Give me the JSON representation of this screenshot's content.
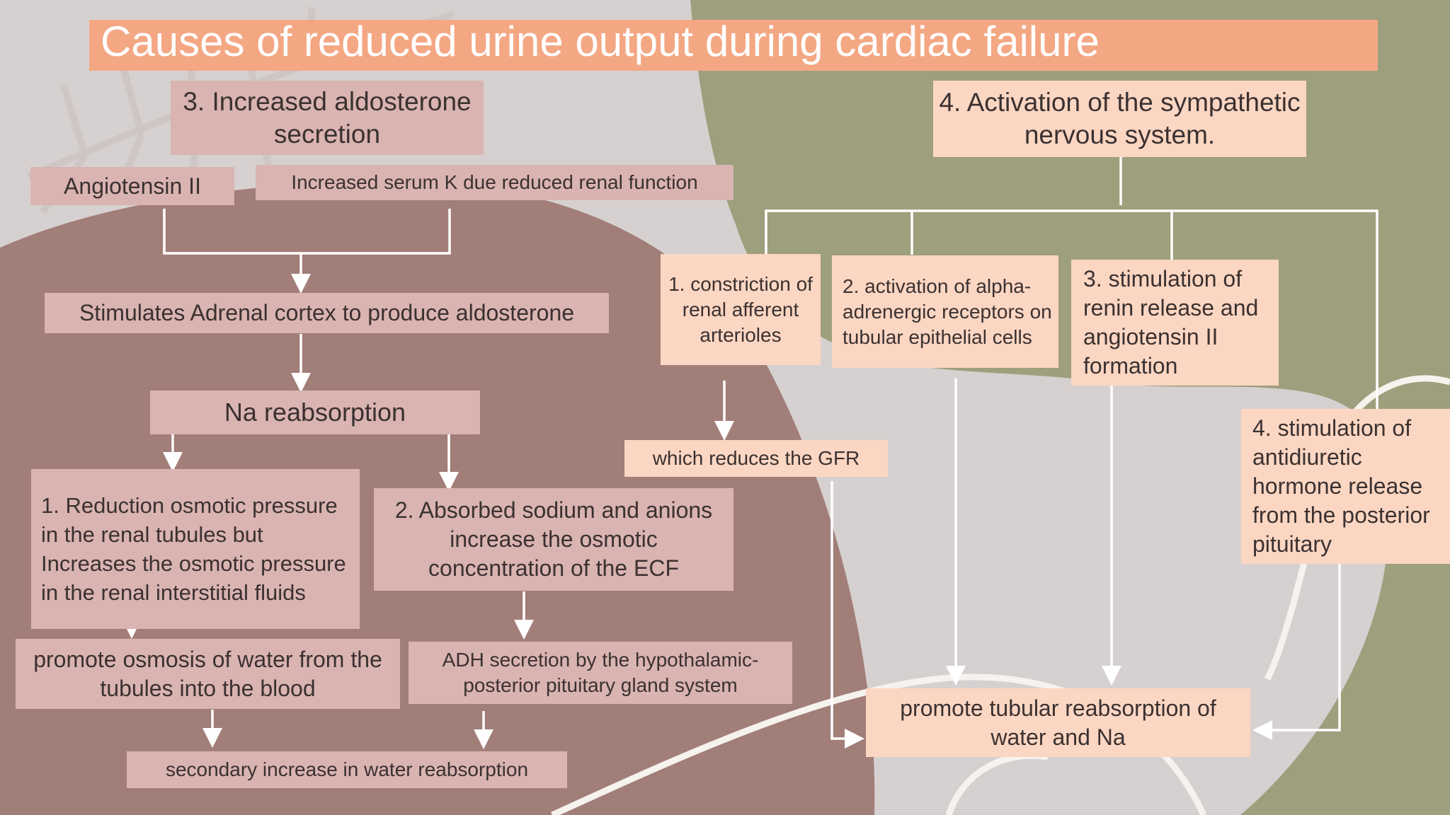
{
  "title": "Causes of reduced urine output during cardiac failure",
  "colors": {
    "title_bar": "#f4a783",
    "pink_box": "#d9b4b1",
    "peach_box": "#fbd6c2",
    "background_grey": "#d6d1d0",
    "mauve_region": "#a27e79",
    "olive_region": "#9e9f7d",
    "arrow": "#ffffff"
  },
  "aldosterone_branch": {
    "heading": "3. Increased aldosterone secretion",
    "cause_angiotensin": "Angiotensin II",
    "cause_potassium": "Increased serum K due reduced renal function",
    "adrenal": "Stimulates Adrenal cortex to produce aldosterone",
    "na_reabsorption": "Na reabsorption",
    "effect1": "1. Reduction osmotic pressure in the renal tubules but Increases the osmotic pressure in the renal interstitial fluids",
    "effect2": "2. Absorbed sodium and anions increase the osmotic concentration of the ECF",
    "osmosis": "promote osmosis of water from the tubules into the blood",
    "adh": "ADH secretion by the hypothalamic-posterior pituitary gland system",
    "secondary": "secondary increase in water reabsorption"
  },
  "sympathetic_branch": {
    "heading": "4. Activation of the sympathetic nervous system.",
    "item1": "1. constriction of renal afferent arterioles",
    "item2": "2. activation of alpha-adrenergic receptors on tubular epithelial cells",
    "item3": "3. stimulation of renin release and angiotensin II formation",
    "item4": "4. stimulation of antidiuretic hormone release from the posterior pituitary",
    "gfr": "which reduces the GFR",
    "result": "promote  tubular reabsorption of water  and Na"
  }
}
